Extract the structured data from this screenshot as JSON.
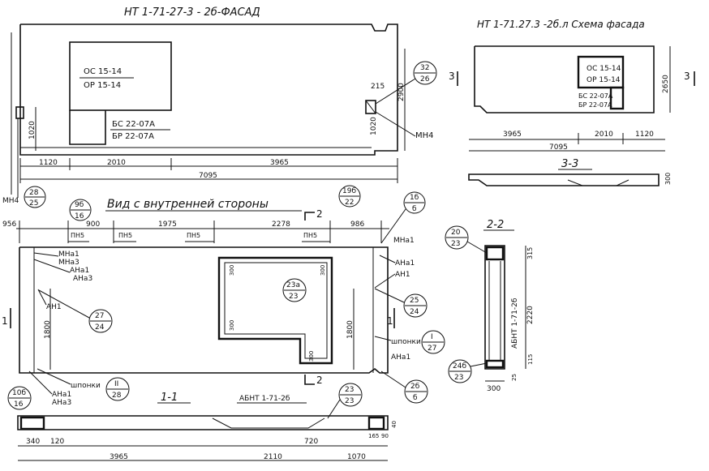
{
  "titles": {
    "facade": "НТ 1-71-27-3 - 2б-ФАСАД",
    "schema": "НТ 1-71.27.3 -2б.л Схема фасада",
    "inner": "Вид с внутренней стороны",
    "sec11": "1-1",
    "sec22": "2-2",
    "sec33": "3-3"
  },
  "facade": {
    "window_top": "ОС 15-14",
    "window_bot": "ОР 15-14",
    "door_top": "БС 22-07А",
    "door_bot": "БР 22-07А",
    "dims": {
      "d1020_left": "1020",
      "d1020_right": "1020",
      "d2900": "2900",
      "d215": "215",
      "d1120": "1120",
      "d2010": "2010",
      "d3965": "3965",
      "d7095": "7095"
    },
    "labels": {
      "mn4_left": "МН4",
      "mn4_right": "МН4"
    },
    "bubbles": {
      "b1_top": "28",
      "b1_bot": "25",
      "b2_top": "32",
      "b2_bot": "26"
    }
  },
  "schema": {
    "window_top": "ОС 15-14",
    "window_bot": "ОР 15-14",
    "door_top": "БС 22-07А",
    "door_bot": "БР 22-07А",
    "dims": {
      "d3965": "3965",
      "d2010": "2010",
      "d1120": "1120",
      "d7095": "7095",
      "d2650": "2650",
      "d300": "300"
    },
    "cut_num": "3"
  },
  "inner": {
    "top_dims": {
      "d956": "956",
      "d900": "900",
      "d1975": "1975",
      "d2278": "2278",
      "d986": "986"
    },
    "pn5": "ПН5",
    "labels": {
      "mna1_tr": "МНа1",
      "mna1_tl": "МНа1",
      "mna3_tl": "МНа3",
      "ana1_tl": "АНа1",
      "ana3_tl": "АНа3",
      "an1_left": "АН1",
      "ana1_r1": "АНа1",
      "an1_r": "АН1",
      "shponki_r": "шпонки",
      "ana1_r2": "АНа1",
      "shponki_l": "шпонки",
      "ana1_bl": "АНа1",
      "ana3_bl": "АНа3"
    },
    "dims": {
      "d1800_left": "1800",
      "d1800_right": "1800",
      "d300a": "300",
      "d300b": "300",
      "d300c": "300",
      "d300d": "300"
    },
    "bubbles": {
      "b3_top": "9б",
      "b3_bot": "16",
      "b4_top": "19б",
      "b4_bot": "22",
      "b5_top": "1б",
      "b5_bot": "б",
      "b6_top": "23а",
      "b6_bot": "23",
      "b7_top": "27",
      "b7_bot": "24",
      "b8_top": "25",
      "b8_bot": "24",
      "b9_top": "I",
      "b9_bot": "27",
      "b10_top": "II",
      "b10_bot": "28",
      "b11_top": "10б",
      "b11_bot": "16",
      "b12_top": "23",
      "b12_bot": "23",
      "b13_top": "2б",
      "b13_bot": "б",
      "b14_top": "20",
      "b14_bot": "23",
      "b15_top": "24б",
      "b15_bot": "23"
    },
    "cut2": "2",
    "cut1": "1"
  },
  "sec11": {
    "label": "АБНТ 1-71-2б",
    "dims": {
      "d340": "340",
      "d120": "120",
      "d720": "720",
      "d3965": "3965",
      "d2110": "2110",
      "d1070": "1070",
      "d165": "165",
      "d90": "90",
      "d40": "40"
    }
  },
  "sec22": {
    "label": "АБНТ 1-71-2б",
    "dims": {
      "d315": "315",
      "d2220": "2220",
      "d115": "115",
      "d25": "25",
      "d300": "300"
    }
  }
}
